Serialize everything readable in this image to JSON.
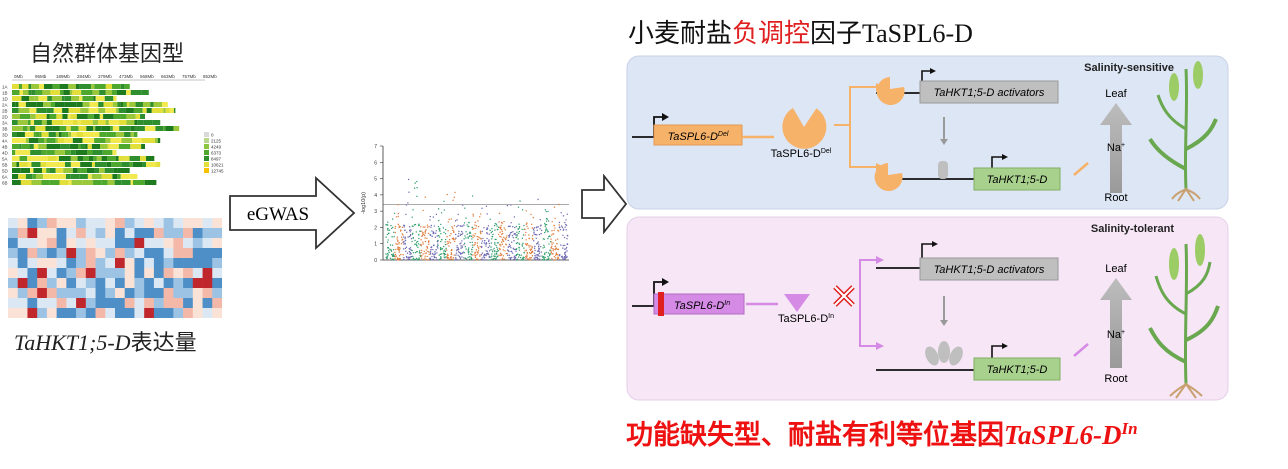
{
  "left": {
    "title": "自然群体基因型",
    "genotype_axis": [
      "0Mb",
      "95Mb",
      "189Mb",
      "284Mb",
      "379Mb",
      "473Mb",
      "568Mb",
      "663Mb",
      "757Mb",
      "852Mb"
    ],
    "chromosomes": [
      "1A",
      "1B",
      "1D",
      "2A",
      "2B",
      "2D",
      "3A",
      "3B",
      "3D",
      "4A",
      "4B",
      "4D",
      "5A",
      "5B",
      "5D",
      "6A",
      "6B"
    ],
    "legend_values": [
      "0",
      "2125",
      "4249",
      "6373",
      "8497",
      "10621",
      "12745"
    ],
    "caption_italic": "TaHKT1;5-D",
    "caption_cn": "表达量"
  },
  "arrow1_label": "eGWAS",
  "manhattan": {
    "ylabel": "-log10(p)",
    "yticks": [
      "0",
      "1",
      "2",
      "3",
      "4",
      "5",
      "6",
      "7"
    ],
    "threshold": 3.4,
    "ylim": [
      0,
      7
    ]
  },
  "right": {
    "title_pre": "小麦耐盐",
    "title_red": "负调控",
    "title_post": "因子",
    "title_latin": "TaSPL6-D",
    "top_panel": {
      "label": "Salinity-sensitive",
      "gene_box": "TaSPL6-D",
      "gene_sup": "Del",
      "protein": "TaSPL6-D",
      "protein_sup": "Del",
      "activators": "TaHKT1;5-D activators",
      "target": "TaHKT1;5-D",
      "leaf": "Leaf",
      "ion": "Na",
      "ion_sup": "+",
      "root": "Root"
    },
    "bottom_panel": {
      "label": "Salinity-tolerant",
      "gene_box": "TaSPL6-D",
      "gene_sup": "In",
      "protein": "TaSPL6-D",
      "protein_sup": "In",
      "activators": "TaHKT1;5-D activators",
      "target": "TaHKT1;5-D",
      "leaf": "Leaf",
      "ion": "Na",
      "ion_sup": "+",
      "root": "Root"
    },
    "bottom_title": "功能缺失型、耐盐有利等位基因",
    "bottom_title_italic": "TaSPL6-D",
    "bottom_title_sup": "In"
  },
  "colors": {
    "top_panel_bg": "#dde6f5",
    "bottom_panel_bg": "#f6e6f6",
    "orange": "#f7b26a",
    "purple": "#d58be6",
    "green_box": "#a9d18e",
    "gray_box": "#bfbfbf",
    "red": "#e02020"
  }
}
